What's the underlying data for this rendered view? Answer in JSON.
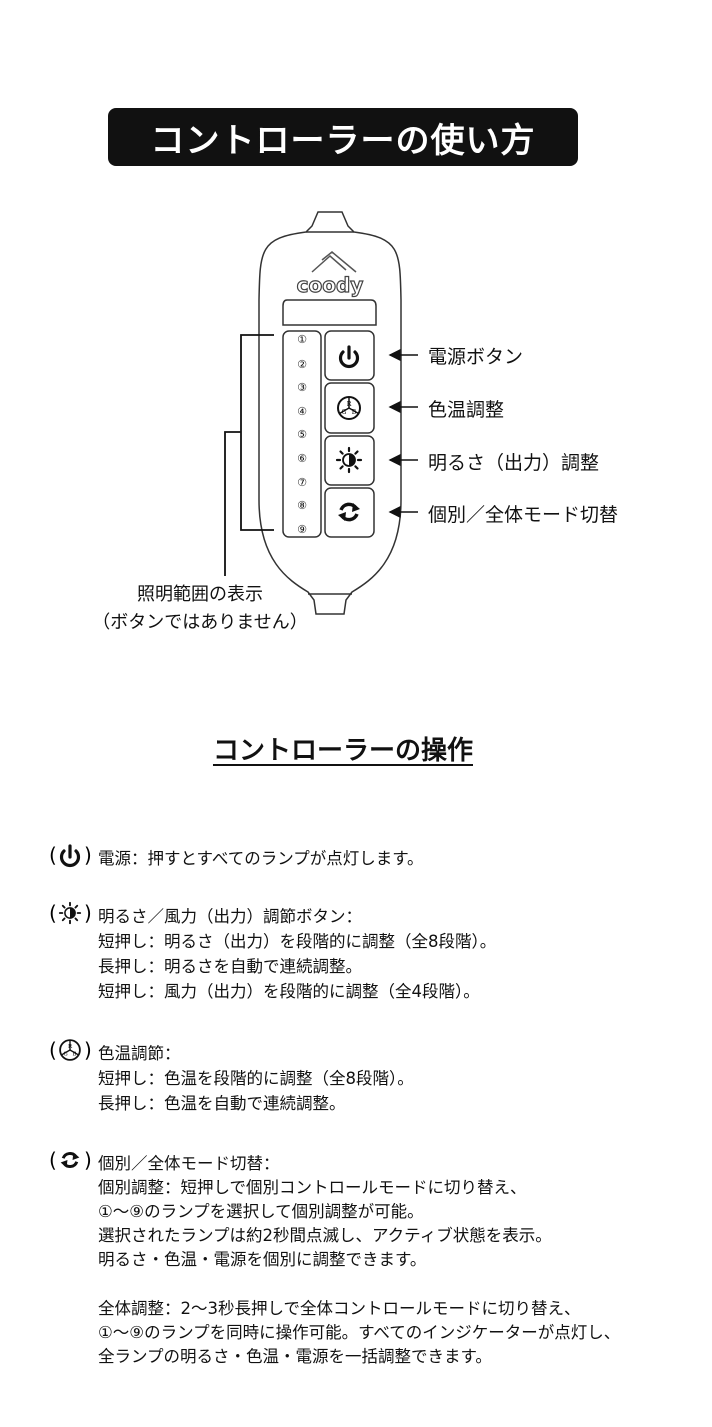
{
  "title": "コントローラーの使い方",
  "controller": {
    "logo": "coody",
    "indicators": [
      "①",
      "②",
      "③",
      "④",
      "⑤",
      "⑥",
      "⑦",
      "⑧",
      "⑨"
    ],
    "labels": {
      "power": "電源ボタン",
      "color_temp": "色温調整",
      "brightness": "明るさ（出力）調整",
      "mode": "個別／全体モード切替"
    },
    "range_label": [
      "照明範囲の表示",
      "（ボタンではありません）"
    ]
  },
  "operations": {
    "heading": "コントローラーの操作",
    "power": [
      "電源：押すとすべてのランプが点灯します。"
    ],
    "brightness": [
      "明るさ／風力（出力）調節ボタン：",
      "短押し：明るさ（出力）を段階的に調整（全8段階）。",
      "長押し：明るさを自動で連続調整。",
      "短押し：風力（出力）を段階的に調整（全4段階）。"
    ],
    "color": [
      "色温調節：",
      "短押し：色温を段階的に調整（全8段階）。",
      "長押し：色温を自動で連続調整。"
    ],
    "mode": [
      "個別／全体モード切替：",
      "個別調整：短押しで個別コントロールモードに切り替え、",
      "①～⑨のランプを選択して個別調整が可能。",
      "選択されたランプは約2秒間点滅し、アクティブ状態を表示。",
      "明るさ・色温・電源を個別に調整できます。",
      "全体調整：2～3秒長押しで全体コントロールモードに切り替え、",
      "①～⑨のランプを同時に操作可能。すべてのインジケーターが点灯し、",
      "全ランプの明るさ・色温・電源を一括調整できます。"
    ]
  }
}
